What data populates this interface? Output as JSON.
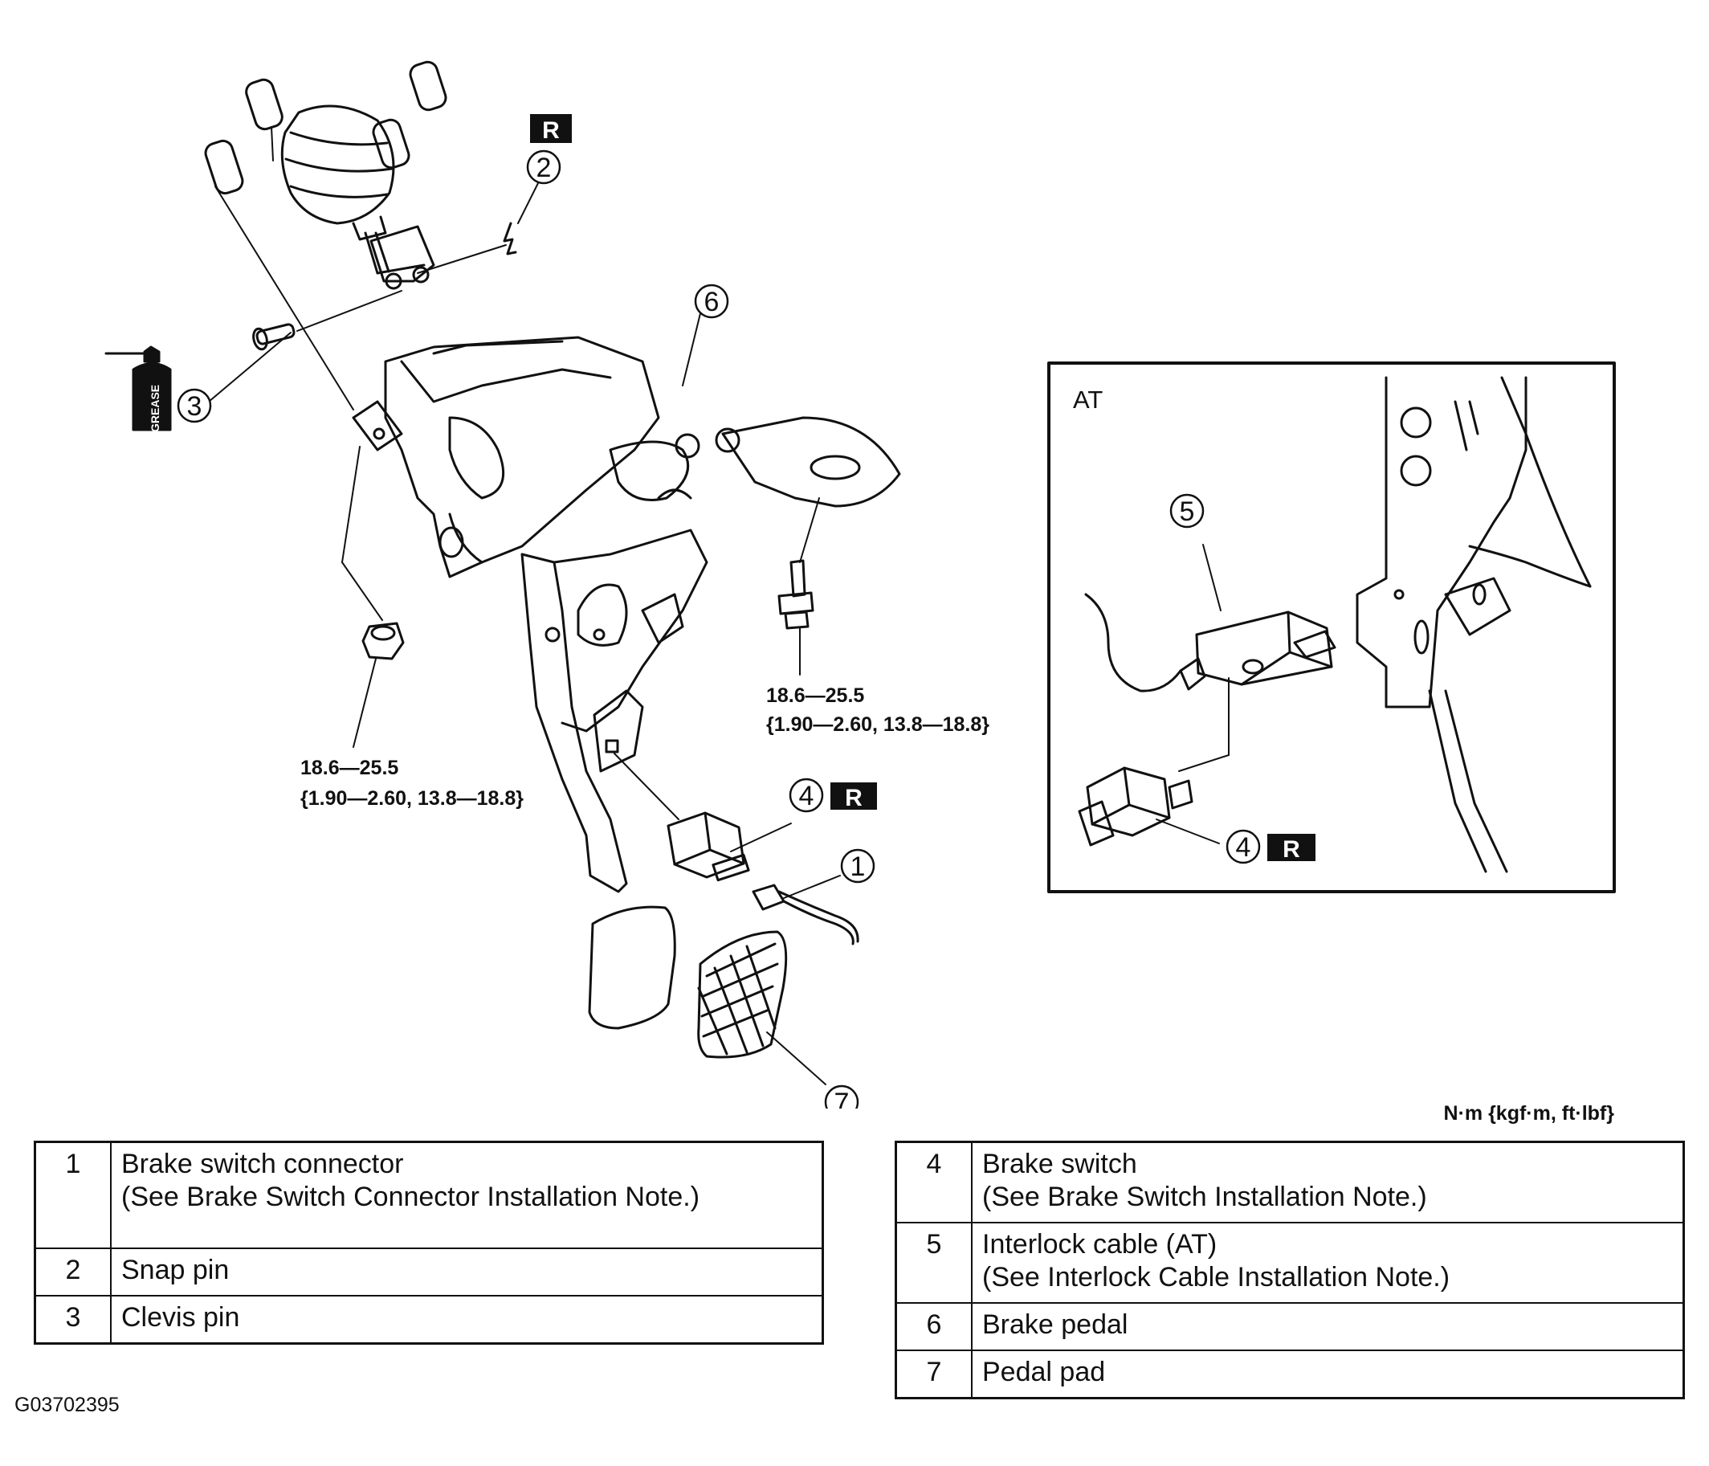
{
  "callouts": [
    "1",
    "2",
    "3",
    "4",
    "5",
    "6",
    "7"
  ],
  "grease_label": "GREASE",
  "replace_badge": "R",
  "inset_label": "AT",
  "torque_left": {
    "line1": "18.6—25.5",
    "line2": "{1.90—2.60, 13.8—18.8}"
  },
  "torque_right": {
    "line1": "18.6—25.5",
    "line2": "{1.90—2.60, 13.8—18.8}"
  },
  "units": "N·m {kgf·m, ft·lbf}",
  "table_left": [
    {
      "num": "1",
      "lines": [
        "Brake switch connector",
        "(See Brake Switch Connector Installation Note.)"
      ]
    },
    {
      "num": "2",
      "lines": [
        "Snap pin"
      ]
    },
    {
      "num": "3",
      "lines": [
        "Clevis pin"
      ]
    }
  ],
  "table_right": [
    {
      "num": "4",
      "lines": [
        "Brake switch",
        "(See Brake Switch Installation Note.)"
      ]
    },
    {
      "num": "5",
      "lines": [
        "Interlock cable (AT)",
        "(See Interlock Cable Installation Note.)"
      ]
    },
    {
      "num": "6",
      "lines": [
        "Brake pedal"
      ]
    },
    {
      "num": "7",
      "lines": [
        "Pedal pad"
      ]
    }
  ],
  "figure_code": "G03702395"
}
